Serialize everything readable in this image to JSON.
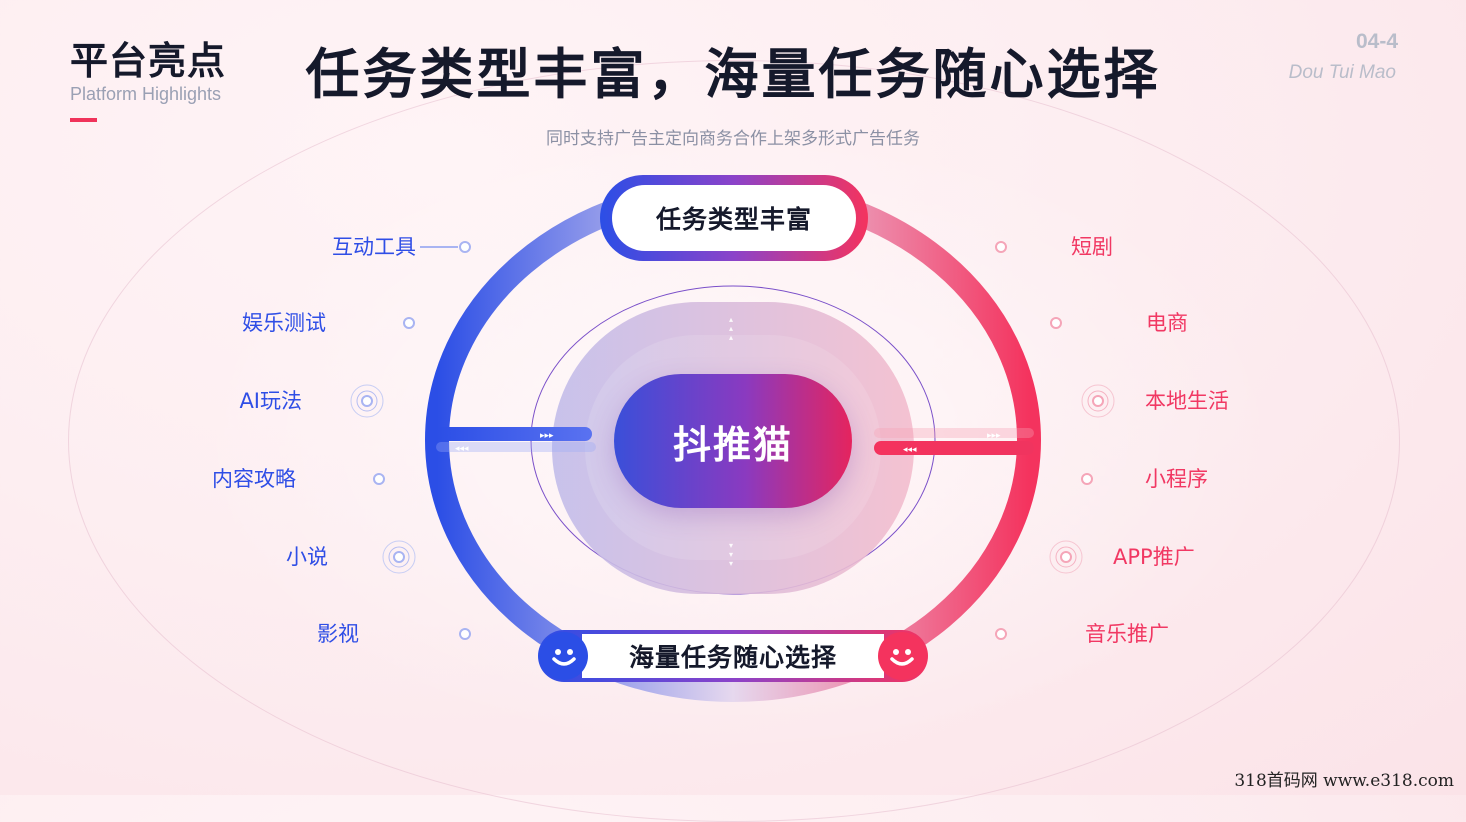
{
  "header": {
    "brand_title": "平台亮点",
    "brand_subtitle": "Platform Highlights",
    "main_title": "任务类型丰富，海量任务随心选择",
    "page_number": "04-4",
    "page_brand": "Dou Tui Mao",
    "subtitle": "同时支持广告主定向商务合作上架多形式广告任务"
  },
  "diagram": {
    "top_label": "任务类型丰富",
    "bottom_label": "海量任务随心选择",
    "center_label": "抖推猫",
    "left_items": [
      "互动工具",
      "娱乐测试",
      "AI玩法",
      "内容攻略",
      "小说",
      "影视"
    ],
    "right_items": [
      "短剧",
      "电商",
      "本地生活",
      "小程序",
      "APP推广",
      "音乐推广"
    ]
  },
  "colors": {
    "blue_accent": "#2f4ee6",
    "pink_accent": "#f13863",
    "title_dark": "#15192b"
  },
  "watermark": "318首码网  www.e318.com"
}
